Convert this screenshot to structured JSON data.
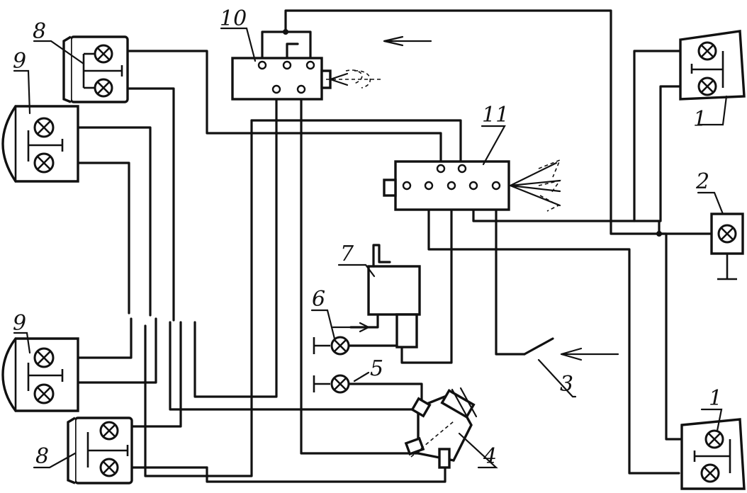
{
  "diagram": {
    "labels": {
      "n1": "1",
      "n2": "2",
      "n3": "3",
      "n4": "4",
      "n5": "5",
      "n6": "6",
      "n7": "7",
      "n8": "8",
      "n9": "9",
      "n10": "10",
      "n11": "11"
    }
  }
}
